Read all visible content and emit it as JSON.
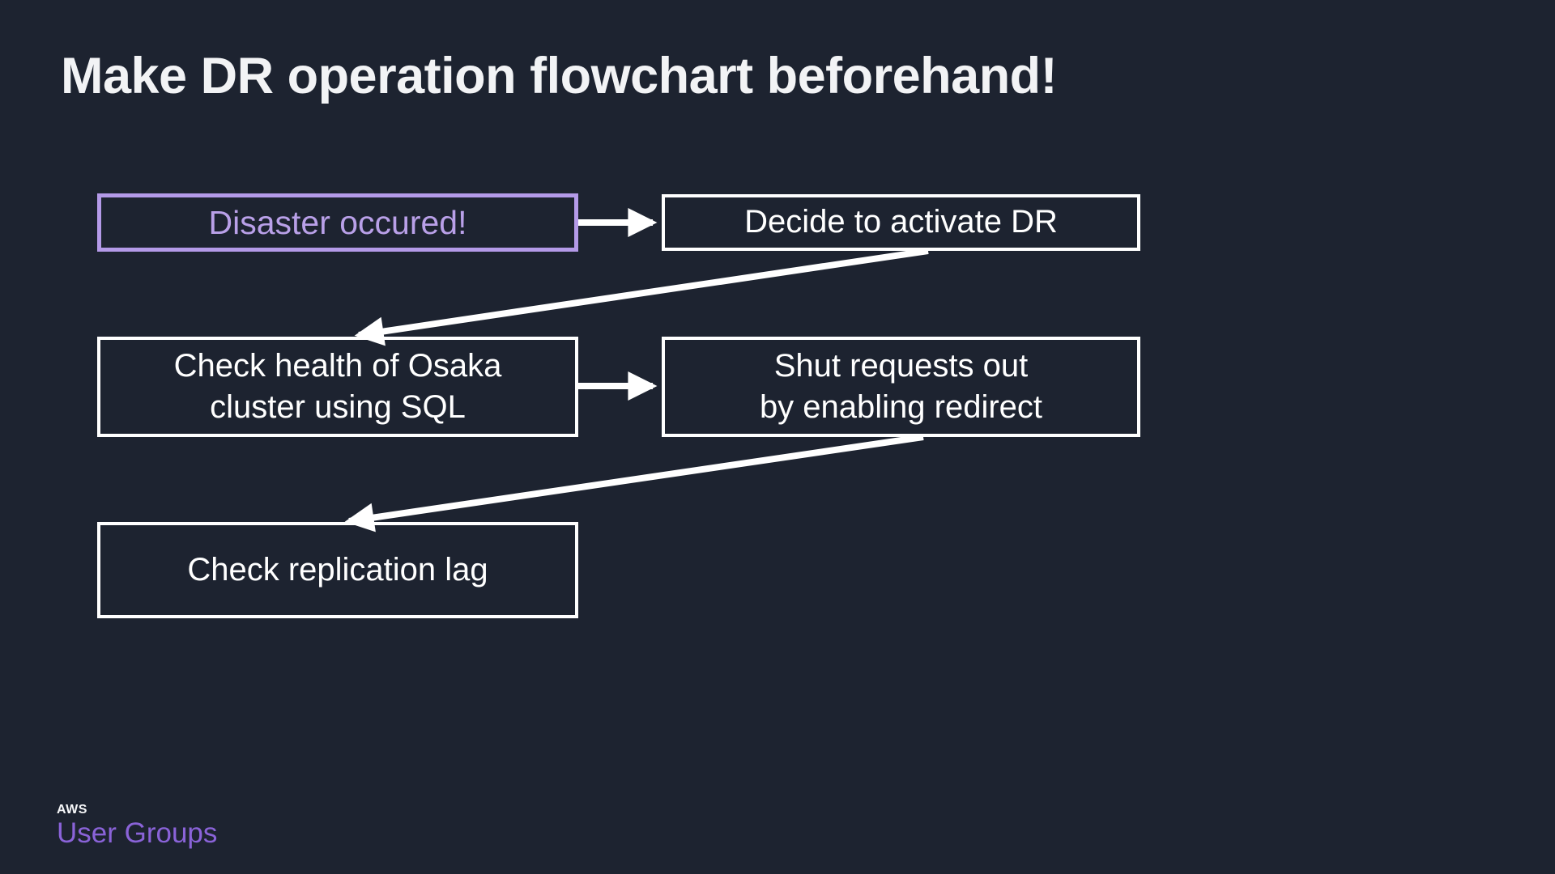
{
  "slide": {
    "title": "Make DR operation flowchart beforehand!",
    "background_color": "#1d2330",
    "text_color": "#ffffff",
    "accent_purple": "#b49ae8",
    "logo_purple": "#8a63d8"
  },
  "flowchart": {
    "nodes": [
      {
        "id": "disaster",
        "label": "Disaster occured!",
        "style": "purple-outline"
      },
      {
        "id": "decide",
        "label": "Decide to activate DR",
        "style": "white-outline"
      },
      {
        "id": "check-health",
        "label": "Check health of Osaka\ncluster using SQL",
        "style": "white-outline"
      },
      {
        "id": "shut-requests",
        "label": "Shut requests out\nby enabling redirect",
        "style": "white-outline"
      },
      {
        "id": "check-lag",
        "label": "Check replication lag",
        "style": "white-outline"
      }
    ],
    "connections": [
      {
        "from": "Disaster occured!",
        "to": "Decide to activate DR"
      },
      {
        "from": "Decide to activate DR",
        "to": "Check health of Osaka cluster using SQL"
      },
      {
        "from": "Check health of Osaka cluster using SQL",
        "to": "Shut requests out by enabling redirect"
      },
      {
        "from": "Shut requests out by enabling redirect",
        "to": "Check replication lag"
      }
    ]
  },
  "footer": {
    "brand_top": "AWS",
    "brand_bottom": "User Groups"
  }
}
